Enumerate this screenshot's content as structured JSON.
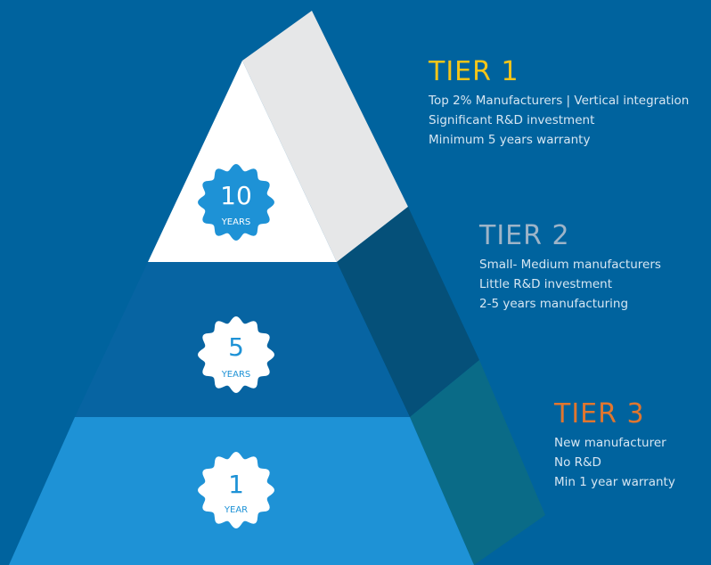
{
  "colors": {
    "background": "#00639e",
    "tier1_front": "#ffffff",
    "tier1_side": "#e6e7e8",
    "tier2_front": "#0764a2",
    "tier2_side": "#055079",
    "tier3_front": "#1e92d6",
    "tier3_side": "#0a6b87",
    "badge_fill": "#1e92d6",
    "tier1_title": "#f5c518",
    "tier2_title": "#9db4c8",
    "tier3_title": "#e0762f"
  },
  "tiers": [
    {
      "title": "TIER 1",
      "lines": [
        "Top 2% Manufacturers | Vertical integration",
        "Significant R&D investment",
        "Minimum 5 years warranty"
      ],
      "badge": {
        "number": "10",
        "unit": "YEARS"
      }
    },
    {
      "title": "TIER 2",
      "lines": [
        "Small- Medium manufacturers",
        "Little R&D investment",
        "2-5 years manufacturing"
      ],
      "badge": {
        "number": "5",
        "unit": "YEARS"
      }
    },
    {
      "title": "TIER 3",
      "lines": [
        "New manufacturer",
        "No R&D",
        "Min 1 year warranty"
      ],
      "badge": {
        "number": "1",
        "unit": "YEAR"
      }
    }
  ]
}
